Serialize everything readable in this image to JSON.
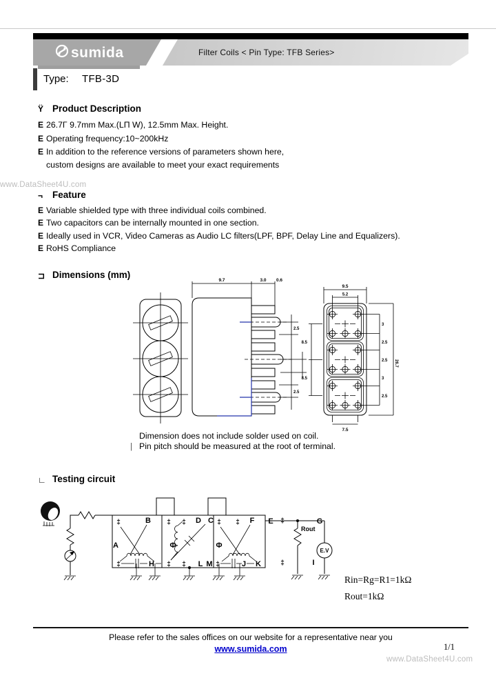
{
  "header": {
    "brand": "sumida",
    "title": "Filter Coils < Pin Type: TFB Series>",
    "type_label": "Type:",
    "type_value": "TFB-3D"
  },
  "watermarks": {
    "left": "www.DataSheet4U.com",
    "bottom": "www.DataSheet4U.com"
  },
  "sections": {
    "product": {
      "marker": "Ÿ",
      "title": "Product Description",
      "items": [
        {
          "m": "E",
          "t": "26.7Γ 9.7mm Max.(LΠ W), 12.5mm Max. Height."
        },
        {
          "m": "E",
          "t": "Operating frequency:10~200kHz"
        },
        {
          "m": "E",
          "t": "In addition to the reference versions of parameters shown here,"
        },
        {
          "m": "",
          "t": "custom designs are available to meet your exact requirements"
        }
      ]
    },
    "feature": {
      "marker": "¬",
      "title": "Feature",
      "items": [
        {
          "m": "E",
          "t": "Variable shielded type with three individual coils combined."
        },
        {
          "m": "E",
          "t": "Two capacitors can be internally mounted in one section."
        },
        {
          "m": "E",
          "t": "Ideally used in VCR, Video Cameras as Audio LC filters(LPF, BPF, Delay Line and Equalizers)."
        },
        {
          "m": "E",
          "t": "RoHS Compliance"
        }
      ]
    },
    "dimensions": {
      "marker": "⊐",
      "title": "Dimensions (mm)",
      "notes": [
        {
          "m": "",
          "t": "Dimension does not include solder used on coil."
        },
        {
          "m": "|",
          "t": "Pin pitch should be measured at the root of terminal."
        }
      ],
      "labels": {
        "side_w": "9.7",
        "pin_len": "3.0",
        "pin_w": "0.6",
        "p1": "2.5",
        "p2": "2.5",
        "bv_w": "9.5",
        "bv_iw": "5.2",
        "bv_r1": "3",
        "bv_r2": "2.5",
        "bv_r3": "2.5",
        "bv_r4": "3",
        "bv_r5": "2.5",
        "bv_h": "26.7",
        "bv_l1": "8.5",
        "bv_l2": "8.5",
        "bv_b": "7.5"
      }
    },
    "testing": {
      "marker": "∟",
      "title": "Testing circuit",
      "pins": {
        "A": "A",
        "B": "B",
        "C": "C",
        "D": "D",
        "E": "E",
        "F": "F",
        "G": "G",
        "H": "H",
        "I": "I",
        "J": "J",
        "K": "K",
        "L": "L",
        "M": "M",
        "phi": "Φ",
        "dagger": "‡"
      },
      "rout_label": "Rout",
      "meter": "E.V",
      "equations": [
        "Rin=Rg=R1=1kΩ",
        "Rout=1kΩ"
      ]
    }
  },
  "footer": {
    "note": "Please refer to the sales offices on our website for a representative near you",
    "link": "www.sumida.com",
    "page": "1/1"
  },
  "colors": {
    "link_blue": "#0000cc",
    "drawing_blue": "#2333aa",
    "banner_gray": "#a7a7a7",
    "watermark_gray": "#bdbdbd"
  }
}
